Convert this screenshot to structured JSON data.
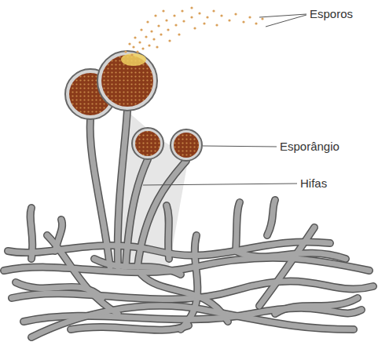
{
  "diagram": {
    "labels": [
      "Esporos",
      "Esporângio",
      "Hifas"
    ]
  }
}
